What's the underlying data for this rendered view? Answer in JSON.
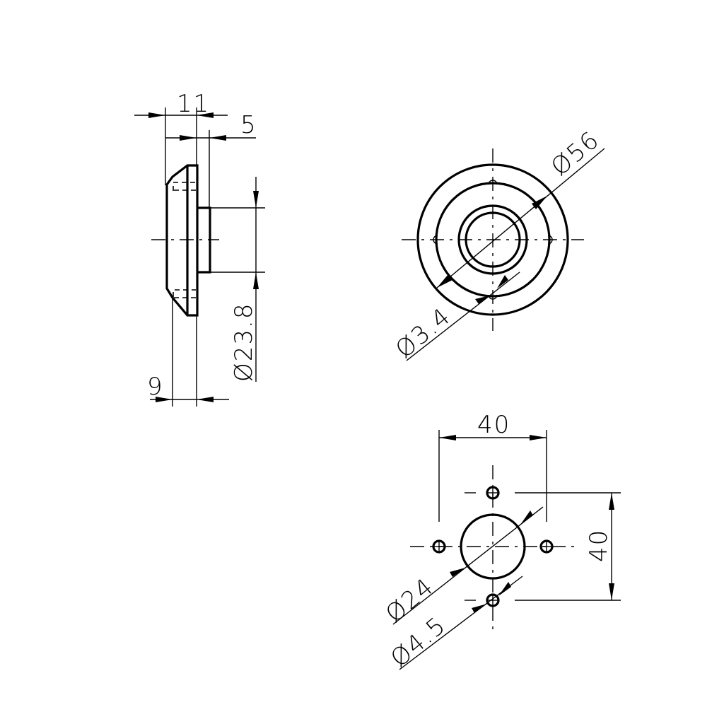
{
  "drawing": {
    "background": "#ffffff",
    "line_color": "#000000",
    "views": {
      "side_view": {
        "dims": {
          "overall_width": "11",
          "boss_width": "5",
          "boss_diameter": "Ø23.8",
          "flange_offset": "9"
        }
      },
      "front_view": {
        "dims": {
          "outer_diameter": "Ø56",
          "hole_diameter": "Ø3.4"
        }
      },
      "mounting_pattern": {
        "dims": {
          "horizontal_spacing": "40",
          "vertical_spacing": "40",
          "center_hole_diameter": "Ø24",
          "mount_hole_diameter": "Ø4.5"
        }
      }
    }
  }
}
